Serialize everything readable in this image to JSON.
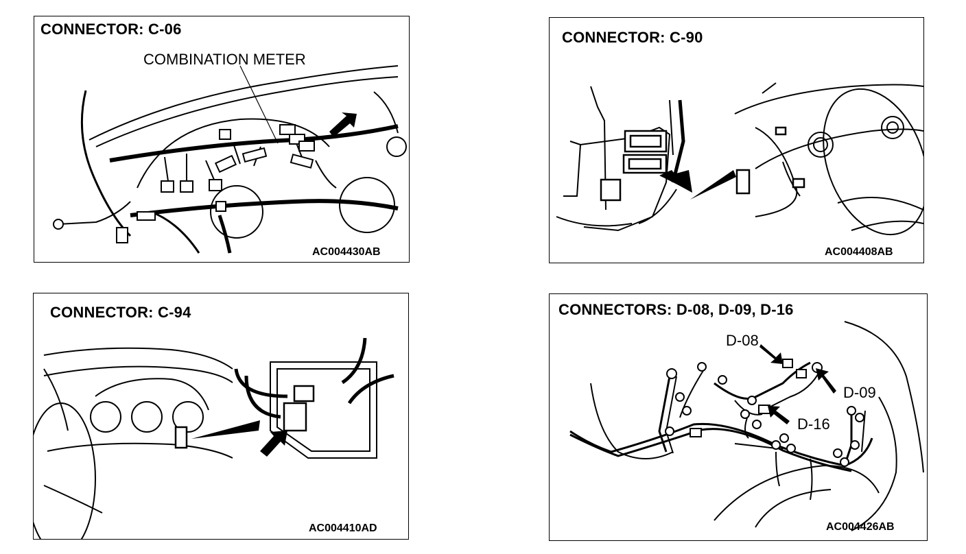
{
  "panels": [
    {
      "title": "CONNECTOR: C-06",
      "code": "AC004430AB",
      "labels": [
        "COMBINATION METER"
      ]
    },
    {
      "title": "CONNECTOR: C-90",
      "code": "AC004408AB"
    },
    {
      "title": "CONNECTOR: C-94",
      "code": "AC004410AD"
    },
    {
      "title": "CONNECTORS: D-08, D-09, D-16",
      "code": "AC004426AB",
      "labels": [
        "D-08",
        "D-09",
        "D-16"
      ]
    }
  ]
}
